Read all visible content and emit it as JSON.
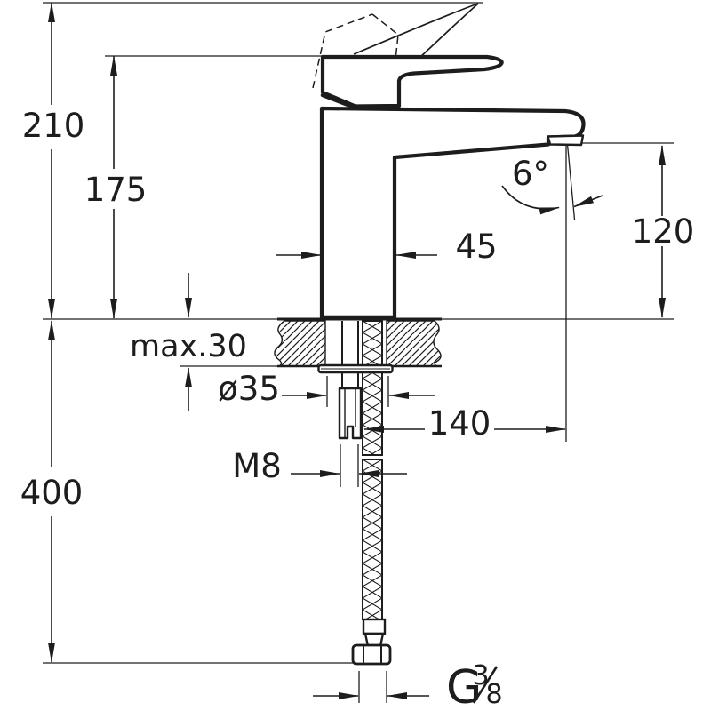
{
  "title": "basin-mixer-technical-drawing",
  "colors": {
    "background": "#ffffff",
    "line": "#1d1d1d"
  },
  "labels": {
    "height_total": "210",
    "height_to_handle": "175",
    "max_counter_thickness": "max.30",
    "hose_length": "400",
    "hole_diameter": "ø35",
    "thread": "M8",
    "spout_reach": "140",
    "body_width": "45",
    "spout_angle": "6°",
    "spout_height": "120",
    "connection_prefix": "G",
    "connection_numerator": "3",
    "connection_denominator": "8"
  }
}
